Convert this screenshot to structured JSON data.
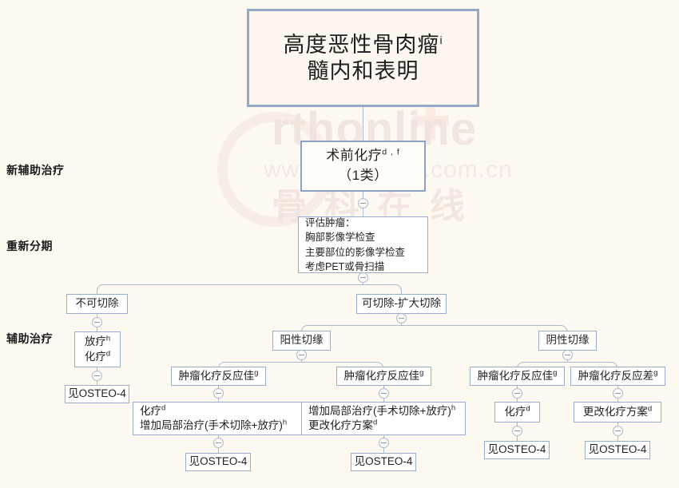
{
  "page": {
    "background_color": "#fdf9f1",
    "border_color": "#9aadc8",
    "accent_color": "#93a9c6"
  },
  "watermark": {
    "brand": "rthonline",
    "url": "www.rthonline.com.cn",
    "chinese": "骨科在线"
  },
  "stage_labels": [
    {
      "key": "neoadjuvant",
      "text": "新辅助治疗"
    },
    {
      "key": "restaging",
      "text": "重新分期"
    },
    {
      "key": "adjuvant",
      "text": "辅助治疗"
    }
  ],
  "nodes": {
    "title": {
      "line1": "高度恶性骨肉瘤",
      "sup1": "i",
      "line2": "髓内和表明"
    },
    "preop": {
      "line1": "术前化疗",
      "sup1": "d , f",
      "line2": "（1类）"
    },
    "restage_assess": {
      "line1": "评估肿瘤：",
      "line2": "胸部影像学检查",
      "line3": "主要部位的影像学检查",
      "line4": "考虑PET或骨扫描"
    },
    "unresectable": {
      "text": "不可切除"
    },
    "resectable": {
      "text": "可切除-扩大切除"
    },
    "rt_chemo": {
      "line1": "放疗",
      "sup1": "h",
      "line2": "化疗",
      "sup2": "d"
    },
    "pos_margin": {
      "text": "阳性切缘"
    },
    "neg_margin": {
      "text": "阴性切缘"
    },
    "resp_good_1": {
      "text": "肿瘤化疗反应佳",
      "sup": "g"
    },
    "resp_good_2": {
      "text": "肿瘤化疗反应佳",
      "sup": "g"
    },
    "resp_good_3": {
      "text": "肿瘤化疗反应佳",
      "sup": "g"
    },
    "resp_poor_4": {
      "text": "肿瘤化疗反应差",
      "sup": "g"
    },
    "treat_a": {
      "line1": "化疗",
      "sup1": "d",
      "line2": "增加局部治疗(手术切除+放疗)",
      "sup2": "h"
    },
    "treat_b": {
      "line1": "增加局部治疗(手术切除+放疗)",
      "sup1": "h",
      "line2": "更改化疗方案",
      "sup2": "d"
    },
    "treat_c": {
      "text": "化疗",
      "sup": "d"
    },
    "treat_d": {
      "text": "更改化疗方案",
      "sup": "d"
    },
    "see_osteo_1": {
      "text": "见OSTEO-4"
    },
    "see_osteo_2": {
      "text": "见OSTEO-4"
    },
    "see_osteo_3": {
      "text": "见OSTEO-4"
    },
    "see_osteo_4": {
      "text": "见OSTEO-4"
    },
    "see_osteo_5": {
      "text": "见OSTEO-4"
    }
  },
  "toggles": {
    "glyph": "−",
    "state": "expanded",
    "count": 14
  }
}
